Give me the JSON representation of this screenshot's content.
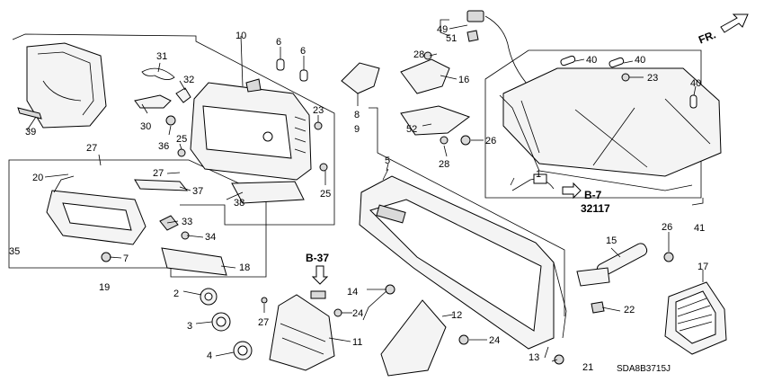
{
  "callouts": [
    "1",
    "2",
    "3",
    "4",
    "5",
    "6",
    "6",
    "7",
    "8",
    "9",
    "10",
    "11",
    "12",
    "13",
    "14",
    "15",
    "16",
    "17",
    "18",
    "19",
    "20",
    "21",
    "22",
    "23",
    "23",
    "24",
    "24",
    "25",
    "25",
    "26",
    "26",
    "27",
    "27",
    "27",
    "28",
    "28",
    "30",
    "31",
    "32",
    "33",
    "34",
    "35",
    "36",
    "37",
    "38",
    "39",
    "40",
    "40",
    "40",
    "41",
    "49",
    "51",
    "52"
  ],
  "refs": {
    "b7": "B-7",
    "b7_sub": "32117",
    "b37": "B-37",
    "front": "FR."
  },
  "diagram_code": "SDA8B3715J"
}
